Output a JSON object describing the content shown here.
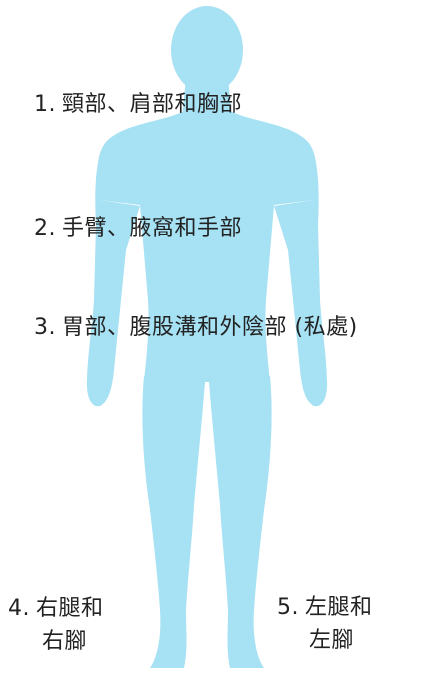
{
  "colors": {
    "body_fill": "#a6e1f4",
    "text": "#222222",
    "background": "#ffffff"
  },
  "labels": {
    "neck_chest": {
      "number": "1.",
      "text": "頸部、肩部和胸部"
    },
    "arms": {
      "number": "2.",
      "text": "手臂、腋窩和手部"
    },
    "stomach_groin": {
      "number": "3.",
      "text": "胃部、腹股溝和外陰部 (私處)"
    },
    "right_leg": {
      "number": "4.",
      "line1": "右腿和",
      "line2": "右腳"
    },
    "left_leg": {
      "number": "5.",
      "line1": "左腿和",
      "line2": "左腳"
    }
  }
}
